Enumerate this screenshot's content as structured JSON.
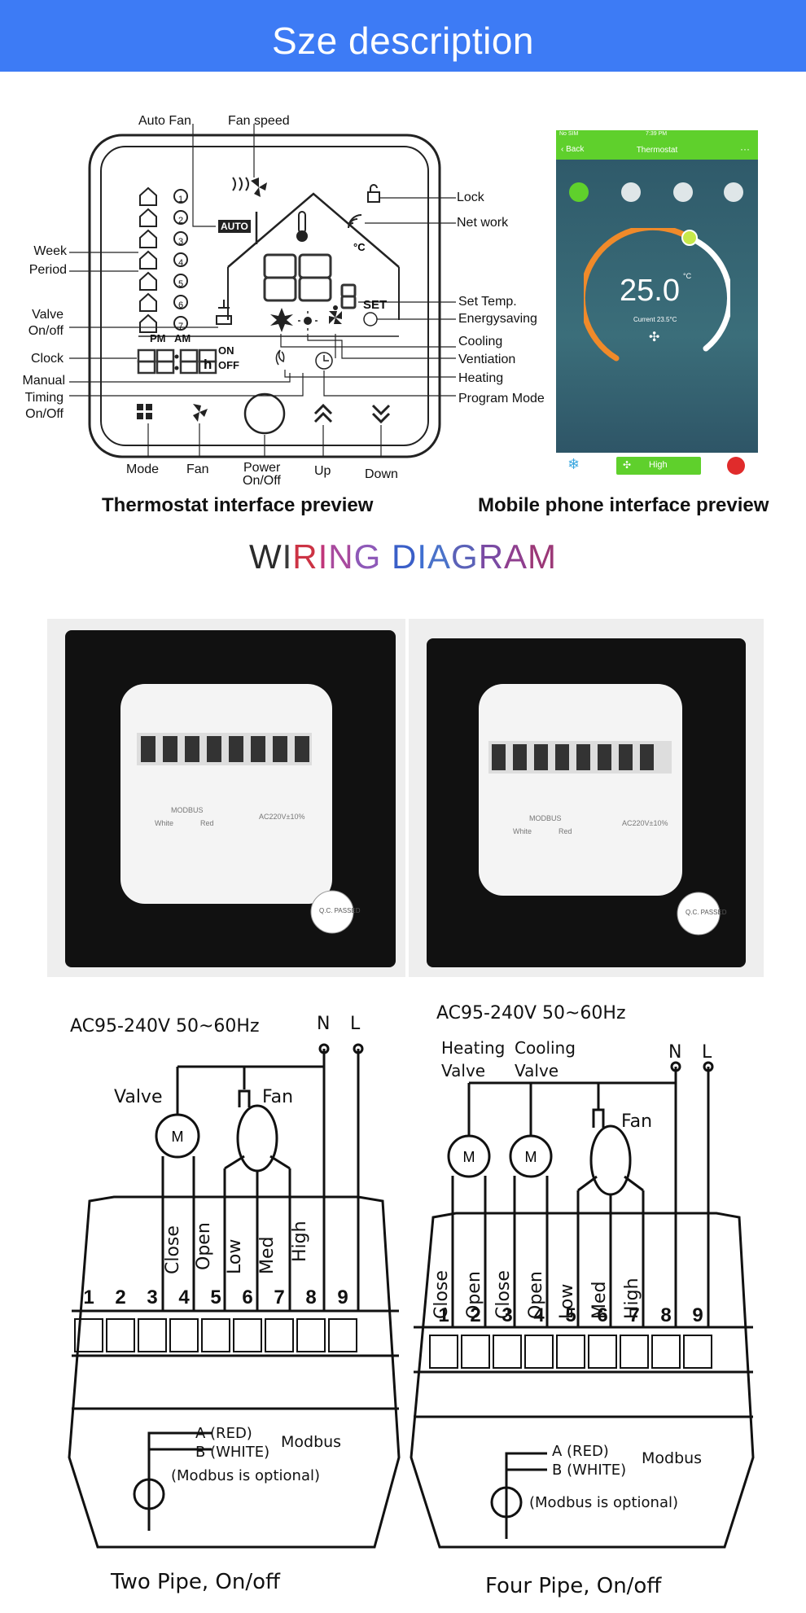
{
  "header": {
    "title": "Sze description"
  },
  "thermostat_preview": {
    "caption": "Thermostat interface preview",
    "labels": {
      "auto_fan": "Auto Fan",
      "fan_speed": "Fan speed",
      "lock": "Lock",
      "network": "Net  work",
      "week": "Week",
      "period": "Period",
      "valve_on_off_1": "Valve",
      "valve_on_off_2": "On/off",
      "clock": "Clock",
      "manual": "Manual",
      "timing_on_off_1": "Timing",
      "timing_on_off_2": "On/Off",
      "set_temp": "Set Temp.",
      "energy_saving": "Energysaving",
      "cooling": "Cooling",
      "ventilation": "Ventiation",
      "heating": "Heating",
      "program_mode": "Program Mode",
      "mode": "Mode",
      "fan": "Fan",
      "power_1": "Power",
      "power_2": "On/Off",
      "up": "Up",
      "down": "Down"
    },
    "screen": {
      "auto_badge": "AUTO",
      "pm": "PM",
      "am": "AM",
      "on": "ON",
      "off": "OFF",
      "set": "SET",
      "hour_unit": "h",
      "celsius": "°C",
      "period_numbers": [
        "1",
        "2",
        "3",
        "4",
        "5",
        "6",
        "7"
      ]
    }
  },
  "phone_preview": {
    "caption": "Mobile phone interface preview",
    "status_carrier": "No SIM",
    "status_time": "7:39 PM",
    "back": "Back",
    "title": "Thermostat",
    "temperature": "25.0",
    "unit": "°C",
    "current": "Current 23.5°C",
    "fan_mode": "High"
  },
  "wiring": {
    "title_letters": [
      {
        "ch": "W",
        "color": "#2b2b2b"
      },
      {
        "ch": "I",
        "color": "#3a3a3a"
      },
      {
        "ch": "R",
        "color": "#cc3344"
      },
      {
        "ch": "I",
        "color": "#c0367a"
      },
      {
        "ch": "N",
        "color": "#a84a9e"
      },
      {
        "ch": "G",
        "color": "#8e59b8"
      },
      {
        "ch": " ",
        "color": "#000000"
      },
      {
        "ch": "D",
        "color": "#3a5fc8"
      },
      {
        "ch": "I",
        "color": "#3f6fd1"
      },
      {
        "ch": "A",
        "color": "#4a72c9"
      },
      {
        "ch": "G",
        "color": "#5b62b8"
      },
      {
        "ch": "R",
        "color": "#7a4aa3"
      },
      {
        "ch": "A",
        "color": "#8f3f8f"
      },
      {
        "ch": "M",
        "color": "#9b3877"
      }
    ],
    "photo_left": {
      "label_modbus": "MODBUS",
      "label_white": "White",
      "label_red": "Red",
      "label_ac": "AC220V±10%",
      "badge": "Q.C. PASSED"
    },
    "photo_right": {
      "label_modbus": "MODBUS",
      "label_white": "White",
      "label_red": "Red",
      "label_ac": "AC220V±10%",
      "badge": "Q.C. PASSED"
    },
    "two_pipe": {
      "voltage": "AC95-240V  50~60Hz",
      "n": "N",
      "l": "L",
      "valve": "Valve",
      "fan": "Fan",
      "terminals": [
        "Close",
        "Open",
        "Low",
        "Med",
        "High"
      ],
      "numbers": [
        "1",
        "2",
        "3",
        "4",
        "5",
        "6",
        "7",
        "8",
        "9"
      ],
      "modbus_a": "A (RED)",
      "modbus_b": "B (WHITE)",
      "modbus": "Modbus",
      "modbus_note": "(Modbus is optional)",
      "caption": "Two Pipe, On/off"
    },
    "four_pipe": {
      "voltage": "AC95-240V  50~60Hz",
      "heating_valve_1": "Heating",
      "heating_valve_2": "Valve",
      "cooling_valve_1": "Cooling",
      "cooling_valve_2": "Valve",
      "n": "N",
      "l": "L",
      "fan": "Fan",
      "terminals": [
        "Close",
        "Open",
        "Close",
        "Open",
        "Low",
        "Med",
        "High"
      ],
      "numbers": [
        "1",
        "2",
        "3",
        "4",
        "5",
        "6",
        "7",
        "8",
        "9"
      ],
      "modbus_a": "A (RED)",
      "modbus_b": "B (WHITE)",
      "modbus": "Modbus",
      "modbus_note": "(Modbus is optional)",
      "caption": "Four Pipe, On/off"
    }
  }
}
